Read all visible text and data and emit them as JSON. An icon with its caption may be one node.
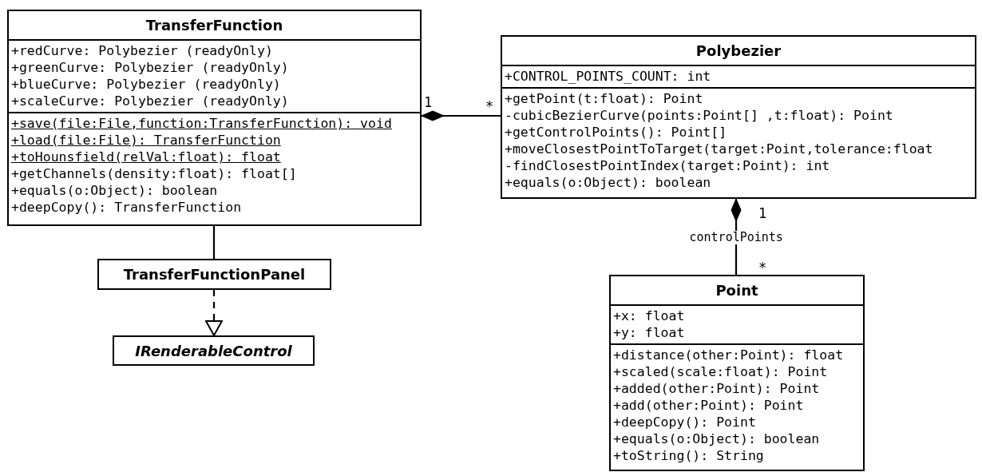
{
  "diagram": {
    "nodes": [
      {
        "text": [
          "TransferFunction",
          "+redCurve: Polybezier (readyOnly)",
          "+greenCurve: Polybezier (readyOnly)",
          "+blueCurve: Polybezier (readyOnly)",
          "+scaleCurve: Polybezier (readyOnly)",
          "+save(file:File,function:TransferFunction): void",
          "+load(file:File): TransferFunction",
          "+toHounsfield(relVal:float): float",
          "+getChannels(density:float): float[]",
          "+equals(o:Object): boolean",
          "+deepCopy(): TransferFunction"
        ]
      },
      {
        "text": [
          "Polybezier",
          "+CONTROL_POINTS_COUNT: int",
          "+getPoint(t:float): Point",
          "-cubicBezierCurve(points:Point[] ,t:float): Point",
          "+getControlPoints(): Point[]",
          "+moveClosestPointToTarget(target:Point,tolerance:float",
          "-findClosestPointIndex(target:Point): int",
          "+equals(o:Object): boolean"
        ]
      },
      {
        "text": [
          "TransferFunctionPanel"
        ]
      },
      {
        "text": [
          "Point",
          "+x: float",
          "+y: float",
          "+distance(other:Point): float",
          "+scaled(scale:float): Point",
          "+added(other:Point): Point",
          "+add(other:Point): Point",
          "+deepCopy(): Point",
          "+equals(o:Object): boolean",
          "+toString(): String"
        ]
      },
      {
        "text": [
          "IRenderableControl"
        ]
      }
    ],
    "edges": [
      {
        "from": 0,
        "to": 1,
        "arrow": "other"
      },
      {
        "from": 1,
        "to": 3,
        "arrow": "other",
        "label": "controlPoints"
      },
      {
        "from": 0,
        "to": 2,
        "arrow": "none"
      },
      {
        "from": 2,
        "to": 4,
        "arrow": "to",
        "style": "dashed"
      }
    ],
    "labels": [
      "1",
      "*",
      "1",
      "*"
    ]
  }
}
